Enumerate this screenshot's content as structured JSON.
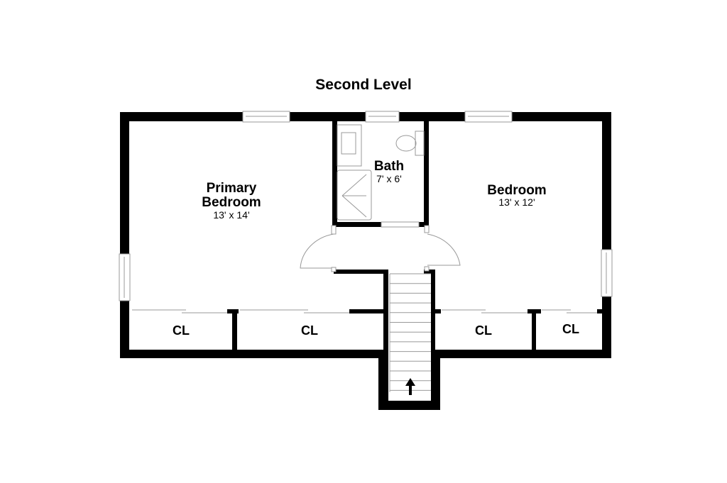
{
  "title": "Second Level",
  "rooms": {
    "primary_bedroom": {
      "name_line1": "Primary",
      "name_line2": "Bedroom",
      "size": "13' x 14'"
    },
    "bath": {
      "name": "Bath",
      "size": "7' x 6'"
    },
    "bedroom": {
      "name": "Bedroom",
      "size": "13' x 12'"
    },
    "closets": [
      "CL",
      "CL",
      "CL",
      "CL"
    ]
  },
  "colors": {
    "wall": "#000000",
    "fixture": "#999999"
  }
}
